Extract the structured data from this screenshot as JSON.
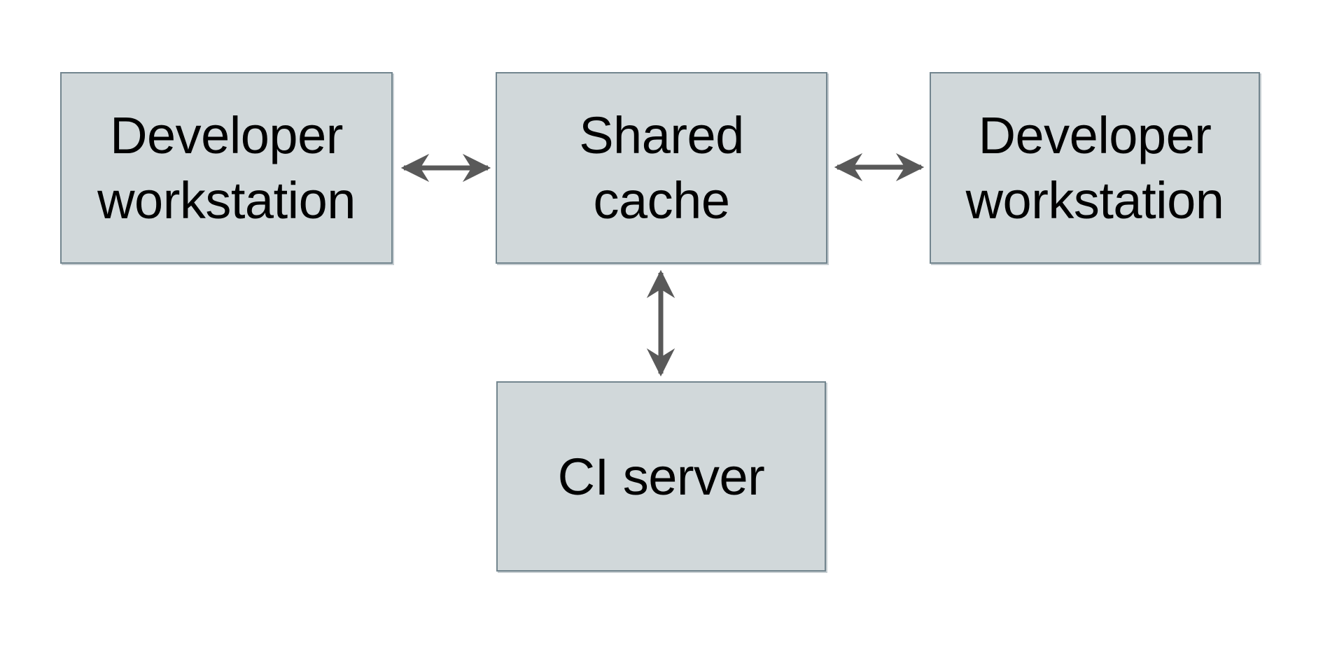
{
  "diagram": {
    "colors": {
      "background": "#ffffff",
      "box_fill": "#d1d8da",
      "box_border": "#72858e",
      "arrow_color": "#595959",
      "text_color": "#000000"
    },
    "nodes": [
      {
        "id": "developer-workstation-left",
        "label": "Developer\nworkstation"
      },
      {
        "id": "shared-cache",
        "label": "Shared\ncache"
      },
      {
        "id": "developer-workstation-right",
        "label": "Developer\nworkstation"
      },
      {
        "id": "ci-server",
        "label": "CI server"
      }
    ],
    "edges": [
      {
        "from": "developer-workstation-left",
        "to": "shared-cache",
        "bidirectional": true
      },
      {
        "from": "shared-cache",
        "to": "developer-workstation-right",
        "bidirectional": true
      },
      {
        "from": "shared-cache",
        "to": "ci-server",
        "bidirectional": true
      }
    ]
  }
}
